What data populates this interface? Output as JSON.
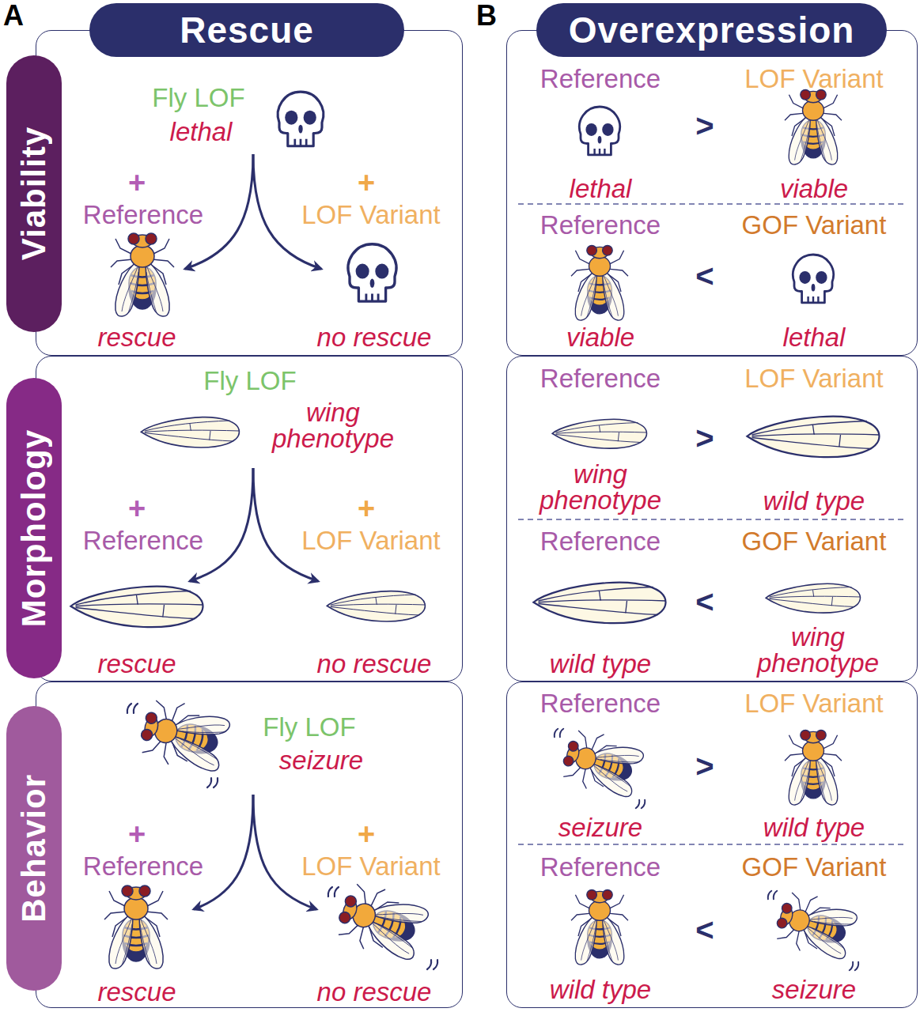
{
  "diagram": {
    "nodes": [
      {
        "text": [
          "Rescue"
        ]
      },
      {
        "text": [
          "Overexpression"
        ]
      },
      {
        "text": [
          "Viability"
        ]
      },
      {
        "text": [
          "Fly LOF",
          "lethal",
          "+",
          "Reference",
          "+",
          "LOF Variant",
          "rescue",
          "no rescue"
        ]
      },
      {
        "text": [
          "Reference",
          "LOF Variant",
          ">",
          "lethal",
          "viable",
          "Reference",
          "GOF Variant",
          "<",
          "viable",
          "lethal"
        ]
      },
      {
        "text": [
          "Morphology"
        ]
      },
      {
        "text": [
          "Fly LOF",
          "wing phenotype",
          "+",
          "Reference",
          "+",
          "LOF Variant",
          "rescue",
          "no rescue"
        ]
      },
      {
        "text": [
          "Reference",
          "LOF Variant",
          ">",
          "wing phenotype",
          "wild type",
          "Reference",
          "GOF Variant",
          "<",
          "wild type",
          "wing phenotype"
        ]
      },
      {
        "text": [
          "Behavior"
        ]
      },
      {
        "text": [
          "Fly LOF",
          "seizure",
          "+",
          "Reference",
          "+",
          "LOF Variant",
          "rescue",
          "no rescue"
        ]
      },
      {
        "text": [
          "Reference",
          "LOF Variant",
          ">",
          "seizure",
          "wild type",
          "Reference",
          "GOF Variant",
          "<",
          "wild type",
          "seizure"
        ]
      }
    ],
    "labels": [
      "A",
      "B"
    ]
  }
}
